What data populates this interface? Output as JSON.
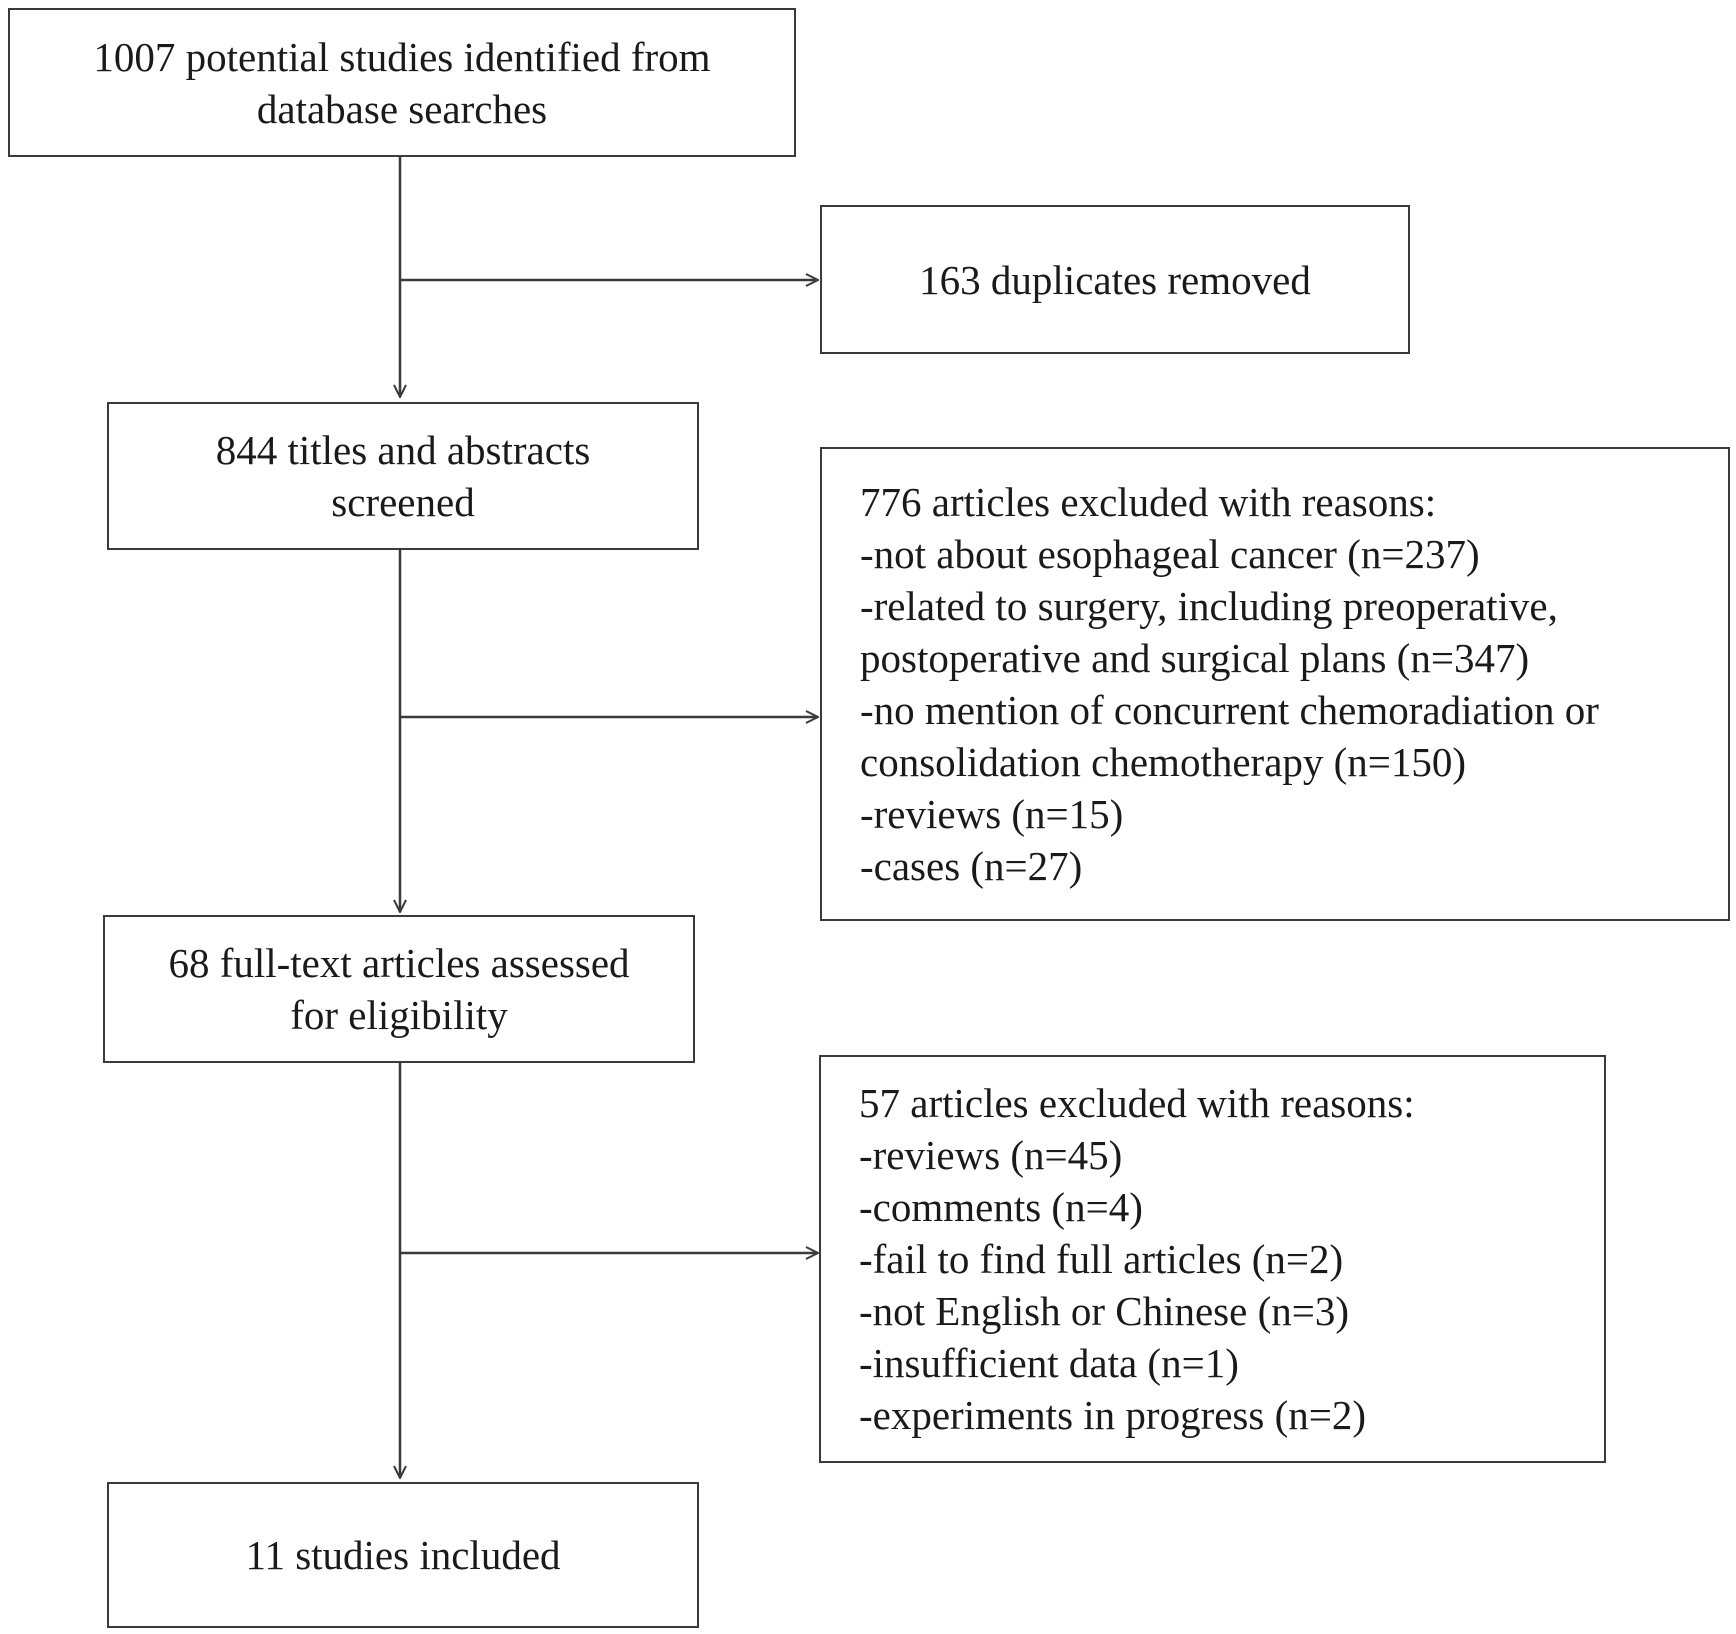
{
  "identified": {
    "lines": [
      "1007 potential studies identified from",
      "database searches"
    ]
  },
  "duplicates": {
    "lines": [
      "163 duplicates removed"
    ]
  },
  "screened": {
    "lines": [
      "844 titles and abstracts",
      "screened"
    ]
  },
  "excluded_screening": {
    "lines": [
      "776 articles excluded with reasons:",
      "-not about esophageal cancer (n=237)",
      "-related to surgery, including preoperative,",
      "postoperative and surgical plans (n=347)",
      "-no mention of concurrent chemoradiation or",
      "consolidation chemotherapy (n=150)",
      "-reviews (n=15)",
      "-cases (n=27)"
    ]
  },
  "eligibility": {
    "lines": [
      "68 full-text articles assessed",
      "for eligibility"
    ]
  },
  "excluded_fulltext": {
    "lines": [
      "57 articles excluded with reasons:",
      "-reviews (n=45)",
      "-comments (n=4)",
      "-fail to find full articles (n=2)",
      "-not English or Chinese (n=3)",
      "-insufficient data (n=1)",
      "-experiments in progress (n=2)"
    ]
  },
  "included": {
    "lines": [
      "11 studies included"
    ]
  }
}
